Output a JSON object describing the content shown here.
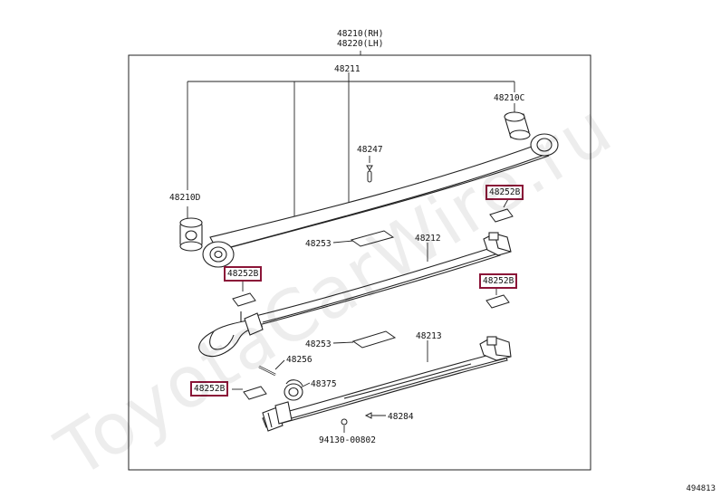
{
  "parts": {
    "assembly_rh": "48210(RH)",
    "assembly_lh": "48220(LH)",
    "leaf_no1": "48211",
    "bushing_front": "48210C",
    "bushing_rear": "48210D",
    "clip_bolt": "48247",
    "leaf_no2": "48212",
    "leaf_no3": "48213",
    "insert_upper": "48253",
    "insert_lower": "48253",
    "center_bolt": "48256",
    "spacer": "48375",
    "rivet": "48284",
    "nut": "94130-00802",
    "silencer_a": "48252B",
    "silencer_b": "48252B",
    "silencer_c": "48252B",
    "silencer_d": "48252B"
  },
  "highlight_color": "#8b1538",
  "watermark": "ToyotaCarWire.ru",
  "diagram_id": "494813"
}
